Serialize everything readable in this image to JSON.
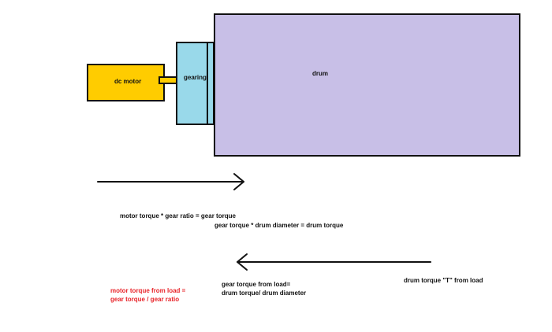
{
  "diagram": {
    "components": {
      "motor": {
        "label": "dc motor",
        "color": "#FFCC00"
      },
      "shaft": {
        "color": "#FFCC00"
      },
      "gearing": {
        "label": "gearing",
        "color": "#99D9EA"
      },
      "gear_flange": {
        "color": "#99D9EA"
      },
      "drum": {
        "label": "drum",
        "color": "#C8BFE7"
      }
    },
    "arrows": {
      "forward": {
        "direction": "right"
      },
      "backward": {
        "direction": "left"
      }
    },
    "equations": {
      "motor_to_gear": "motor torque * gear ratio = gear torque",
      "gear_to_drum": "gear torque * drum diameter = drum torque",
      "drum_load": "drum torque \"T\"   from load",
      "gear_from_load_line1": "gear torque from load=",
      "gear_from_load_line2": "drum torque/ drum diameter",
      "motor_from_load_line1": "motor torque from load =",
      "motor_from_load_line2": "gear torque / gear ratio"
    },
    "colors": {
      "highlight_text": "#E8242A",
      "outline": "#111111"
    }
  }
}
